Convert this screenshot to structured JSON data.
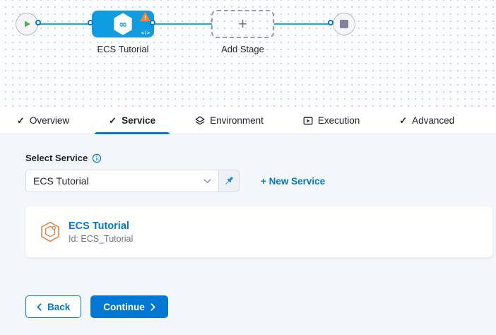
{
  "pipeline": {
    "stage_label": "ECS Tutorial",
    "add_stage_label": "Add Stage"
  },
  "icons": {
    "check": "✓",
    "plus": "+",
    "code": "</>"
  },
  "tabs": [
    {
      "label": "Overview",
      "icon": "check-icon",
      "active": false
    },
    {
      "label": "Service",
      "icon": "check-icon",
      "active": true
    },
    {
      "label": "Environment",
      "icon": "layers-icon",
      "active": false
    },
    {
      "label": "Execution",
      "icon": "execution-icon",
      "active": false
    },
    {
      "label": "Advanced",
      "icon": "check-icon",
      "active": false
    }
  ],
  "service_form": {
    "label": "Select Service",
    "select_value": "ECS Tutorial",
    "new_service_label": "+ New Service"
  },
  "service_card": {
    "title": "ECS Tutorial",
    "id_text": "Id: ECS_Tutorial"
  },
  "footer": {
    "back_label": "Back",
    "continue_label": "Continue"
  },
  "colors": {
    "primary_blue": "#0278d5",
    "stage_node_blue": "#0f9ce0",
    "edge_cyan": "#0ab0e6",
    "warning_orange": "#ff7d2d",
    "play_green": "#4daf4e",
    "card_icon_orange": "#df7c3a",
    "canvas_bg": "#fbfdff",
    "content_bg": "#f4f7fa"
  }
}
